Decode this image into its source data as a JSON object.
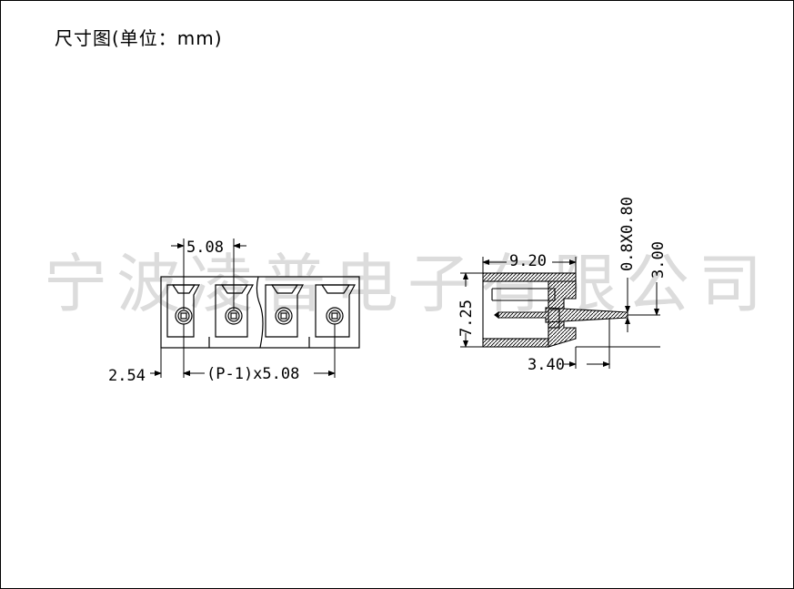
{
  "title": "尺寸图(单位：mm)",
  "watermark": "宁波凌普电子有限公司",
  "front_view": {
    "pitch": "5.08",
    "edge": "2.54",
    "span": "(P-1)x5.08"
  },
  "side_view": {
    "depth": "9.20",
    "height": "7.25",
    "pin_size": "0.8X0.80",
    "pin_offset": "3.00",
    "pin_length": "3.40"
  },
  "colors": {
    "line": "#000000",
    "watermark": "#dcdcdc",
    "background": "#ffffff"
  }
}
